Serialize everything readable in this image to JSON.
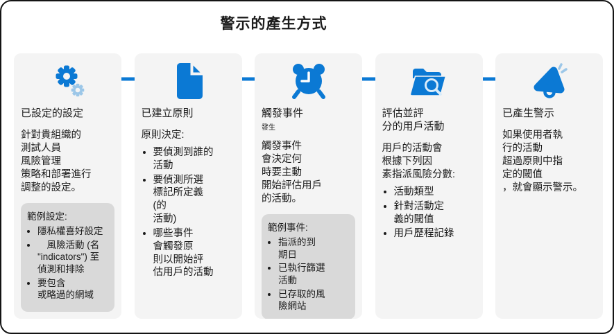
{
  "page_title": "警示的產生方式",
  "colors": {
    "accent": "#0b79d4",
    "accent_light": "#9cc7e8",
    "card_bg": "#f4f4f4",
    "note_bg": "#d9d9d9",
    "border": "#141414"
  },
  "columns": [
    {
      "icon": "gears-icon",
      "title": "已設定的設定",
      "body": "針對貴組織的\n測試人員\n風險管理\n策略和部署進行\n調整的設定。",
      "note": {
        "heading": "範例設定:",
        "items": [
          "隱私權喜好設定",
          "　風險活動 (名\n\"indicators\") 至\n偵測和排除",
          "要包含\n或略過的網域"
        ]
      }
    },
    {
      "icon": "document-icon",
      "title": "已建立原則",
      "lead": "原則決定:",
      "bullets": [
        "要偵測到誰的\n活動",
        "要偵測所選\n標記所定義\n(的\n活動)",
        "哪些事件\n會觸發原\n則以開始評\n估用戶的活動"
      ]
    },
    {
      "icon": "alarm-clock-icon",
      "title": "觸發事件",
      "subtitle": "發生",
      "body": "觸發事件\n會決定何\n時要主動\n開始評估用戶\n的活動。",
      "note": {
        "heading": "範例事件:",
        "items": [
          "指派的到\n期日",
          "已執行篩選\n活動",
          "已存取的風\n險網站"
        ]
      }
    },
    {
      "icon": "folder-search-icon",
      "title": "評估並評\n分的用戶活動",
      "lead": "用戶的活動會\n根據下列因\n素指派風險分數:",
      "bullets": [
        "活動類型",
        "針對活動定\n義的閾值",
        "用戶歷程記錄"
      ]
    },
    {
      "icon": "megaphone-icon",
      "title": "已產生警示",
      "body": "如果使用者執\n行的活動\n超過原則中指\n定的閾值\n，就會顯示警示。"
    }
  ]
}
